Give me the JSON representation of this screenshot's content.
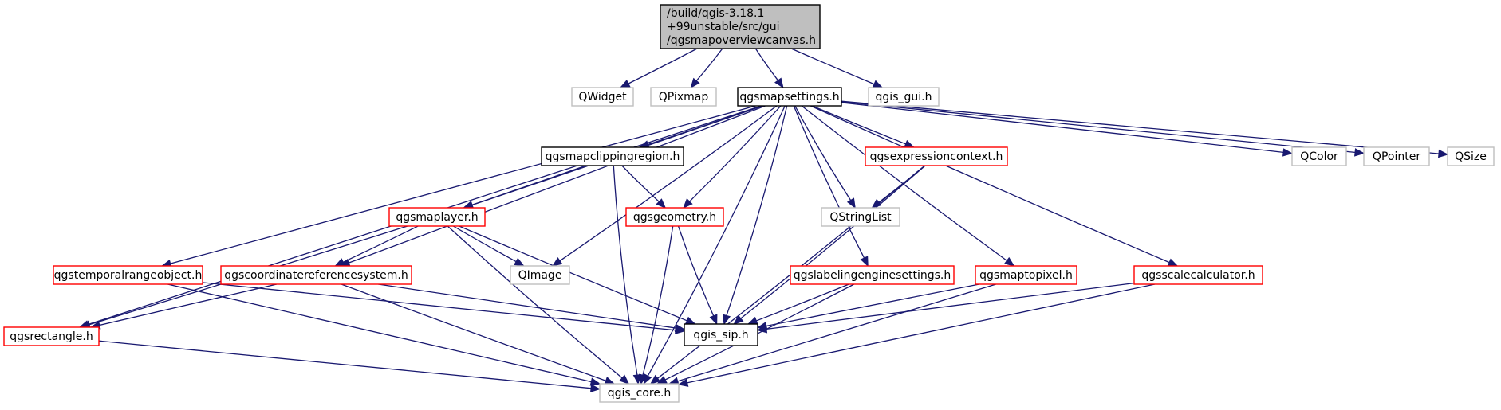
{
  "colors": {
    "edge": "#191970",
    "root_fill": "#bfbfbf",
    "border_documented": "#000000",
    "border_red": "#ff0000",
    "border_external": "#bfbfbf"
  },
  "nodes": [
    {
      "id": "root",
      "lines": [
        "/build/qgis-3.18.1",
        "+99unstable/src/gui",
        "/qgsmapoverviewcanvas.h"
      ],
      "style": "root"
    },
    {
      "id": "qwidget",
      "lines": [
        "QWidget"
      ],
      "style": "external"
    },
    {
      "id": "qpixmap",
      "lines": [
        "QPixmap"
      ],
      "style": "external"
    },
    {
      "id": "qgsmapsettings",
      "lines": [
        "qgsmapsettings.h"
      ],
      "style": "documented"
    },
    {
      "id": "qgis_gui",
      "lines": [
        "qgis_gui.h"
      ],
      "style": "external"
    },
    {
      "id": "qgsmapclippingregion",
      "lines": [
        "qgsmapclippingregion.h"
      ],
      "style": "documented"
    },
    {
      "id": "qgsexpressioncontext",
      "lines": [
        "qgsexpressioncontext.h"
      ],
      "style": "red"
    },
    {
      "id": "qcolor",
      "lines": [
        "QColor"
      ],
      "style": "external"
    },
    {
      "id": "qpointer",
      "lines": [
        "QPointer"
      ],
      "style": "external"
    },
    {
      "id": "qsize",
      "lines": [
        "QSize"
      ],
      "style": "external"
    },
    {
      "id": "qgsmaplayer",
      "lines": [
        "qgsmaplayer.h"
      ],
      "style": "red"
    },
    {
      "id": "qgsgeometry",
      "lines": [
        "qgsgeometry.h"
      ],
      "style": "red"
    },
    {
      "id": "qstringlist",
      "lines": [
        "QStringList"
      ],
      "style": "external"
    },
    {
      "id": "qgstemporalrangeobject",
      "lines": [
        "qgstemporalrangeobject.h"
      ],
      "style": "red"
    },
    {
      "id": "qgscoordinatereferencesystem",
      "lines": [
        "qgscoordinatereferencesystem.h"
      ],
      "style": "red"
    },
    {
      "id": "qimage",
      "lines": [
        "QImage"
      ],
      "style": "external"
    },
    {
      "id": "qgslabelingenginesettings",
      "lines": [
        "qgslabelingenginesettings.h"
      ],
      "style": "red"
    },
    {
      "id": "qgsmaptopixel",
      "lines": [
        "qgsmaptopixel.h"
      ],
      "style": "red"
    },
    {
      "id": "qgsscalecalculator",
      "lines": [
        "qgsscalecalculator.h"
      ],
      "style": "red"
    },
    {
      "id": "qgsrectangle",
      "lines": [
        "qgsrectangle.h"
      ],
      "style": "red"
    },
    {
      "id": "qgis_sip",
      "lines": [
        "qgis_sip.h"
      ],
      "style": "documented"
    },
    {
      "id": "qgis_core",
      "lines": [
        "qgis_core.h"
      ],
      "style": "external"
    }
  ],
  "edges": [
    [
      "root",
      "qwidget"
    ],
    [
      "root",
      "qpixmap"
    ],
    [
      "root",
      "qgsmapsettings"
    ],
    [
      "root",
      "qgis_gui"
    ],
    [
      "qgsmapsettings",
      "qgsmapclippingregion"
    ],
    [
      "qgsmapsettings",
      "qgsexpressioncontext"
    ],
    [
      "qgsmapsettings",
      "qcolor"
    ],
    [
      "qgsmapsettings",
      "qpointer"
    ],
    [
      "qgsmapsettings",
      "qsize"
    ],
    [
      "qgsmapsettings",
      "qgsmaplayer"
    ],
    [
      "qgsmapsettings",
      "qgsgeometry"
    ],
    [
      "qgsmapsettings",
      "qstringlist"
    ],
    [
      "qgsmapsettings",
      "qgstemporalrangeobject"
    ],
    [
      "qgsmapsettings",
      "qgscoordinatereferencesystem"
    ],
    [
      "qgsmapsettings",
      "qimage"
    ],
    [
      "qgsmapsettings",
      "qgslabelingenginesettings"
    ],
    [
      "qgsmapsettings",
      "qgsmaptopixel"
    ],
    [
      "qgsmapsettings",
      "qgsscalecalculator"
    ],
    [
      "qgsmapsettings",
      "qgsrectangle"
    ],
    [
      "qgsmapsettings",
      "qgis_sip"
    ],
    [
      "qgsmapsettings",
      "qgis_core"
    ],
    [
      "qgsmapclippingregion",
      "qgsmaplayer"
    ],
    [
      "qgsmapclippingregion",
      "qgsgeometry"
    ],
    [
      "qgsmapclippingregion",
      "qgis_core"
    ],
    [
      "qgsexpressioncontext",
      "qstringlist"
    ],
    [
      "qgsexpressioncontext",
      "qgis_sip"
    ],
    [
      "qgsexpressioncontext",
      "qgis_core"
    ],
    [
      "qgsmaplayer",
      "qgscoordinatereferencesystem"
    ],
    [
      "qgsmaplayer",
      "qimage"
    ],
    [
      "qgsmaplayer",
      "qgsrectangle"
    ],
    [
      "qgsmaplayer",
      "qgis_sip"
    ],
    [
      "qgsmaplayer",
      "qgis_core"
    ],
    [
      "qgsgeometry",
      "qgis_sip"
    ],
    [
      "qgsgeometry",
      "qgis_core"
    ],
    [
      "qgstemporalrangeobject",
      "qgis_sip"
    ],
    [
      "qgstemporalrangeobject",
      "qgis_core"
    ],
    [
      "qgscoordinatereferencesystem",
      "qgsrectangle"
    ],
    [
      "qgscoordinatereferencesystem",
      "qgis_sip"
    ],
    [
      "qgscoordinatereferencesystem",
      "qgis_core"
    ],
    [
      "qgslabelingenginesettings",
      "qgis_sip"
    ],
    [
      "qgslabelingenginesettings",
      "qgis_core"
    ],
    [
      "qgsmaptopixel",
      "qgis_sip"
    ],
    [
      "qgsmaptopixel",
      "qgis_core"
    ],
    [
      "qgsscalecalculator",
      "qgis_sip"
    ],
    [
      "qgsscalecalculator",
      "qgis_core"
    ],
    [
      "qgsrectangle",
      "qgis_core"
    ]
  ]
}
